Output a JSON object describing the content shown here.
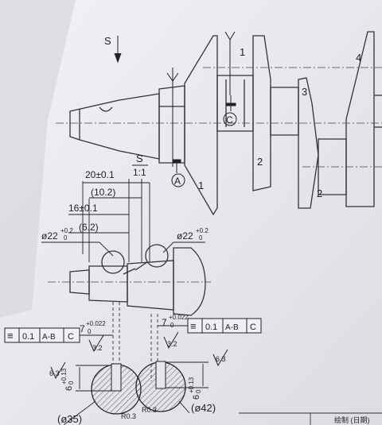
{
  "view_marks": {
    "section_s": "S",
    "detail_s": "S",
    "detail_scale": "1:1"
  },
  "datums": {
    "a": "A",
    "c": "C"
  },
  "part_numbers": {
    "p1_top": "1",
    "p1_bottom": "1",
    "p2_mid": "2",
    "p2_right": "2",
    "p3": "3",
    "p4": "4"
  },
  "dimensions": {
    "d20": "20±0.1",
    "d10_2": "(10.2)",
    "d16": "16±0.1",
    "d6_2": "(6.2)",
    "dia22_left": "ø22",
    "dia22_right": "ø22",
    "dia22_tol_up": "+0.2",
    "dia22_tol_low": "0",
    "w7_left": "7",
    "w7_right": "7",
    "w7_tol_up": "+0.022",
    "w7_tol_low": "0",
    "depth6_left": "6",
    "depth6_right": "6",
    "depth6_tol_up": "+0.13",
    "depth6_tol_low": "0",
    "dia35": "(ø35)",
    "dia42": "(ø42)",
    "r03_left": "R0.3",
    "r03_right": "R0.3"
  },
  "tolerance_frames": {
    "left": {
      "symbol": "≡",
      "value": "0.1",
      "datum1": "A-B",
      "datum2": "C"
    },
    "right": {
      "symbol": "≡",
      "value": "0.1",
      "datum1": "A-B",
      "datum2": "C"
    }
  },
  "surface_finish": {
    "s1": "3.2",
    "s2": "3.2",
    "s3": "6.3",
    "s4": "6.3"
  },
  "title_block": {
    "label": "绘制 (日期)"
  }
}
